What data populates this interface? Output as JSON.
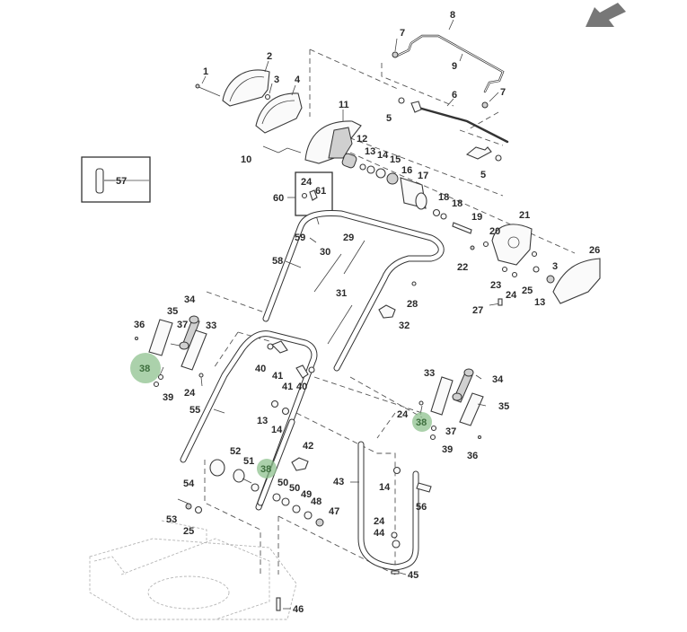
{
  "diagram": {
    "title": "Handle and drive control assembly exploded parts diagram",
    "direction_arrow": "front-direction-arrow",
    "highlight_color": "#8fc18f",
    "highlighted_part": "38",
    "labels": {
      "p1": "1",
      "p2": "2",
      "p3a": "3",
      "p3b": "3",
      "p4": "4",
      "p5a": "5",
      "p5b": "5",
      "p6": "6",
      "p7a": "7",
      "p7b": "7",
      "p8": "8",
      "p9": "9",
      "p10": "10",
      "p11": "11",
      "p12": "12",
      "p13a": "13",
      "p13b": "13",
      "p13c": "13",
      "p14a": "14",
      "p14b": "14",
      "p14c": "14",
      "p15": "15",
      "p16": "16",
      "p17": "17",
      "p18a": "18",
      "p18b": "18",
      "p19": "19",
      "p20": "20",
      "p21": "21",
      "p22": "22",
      "p23": "23",
      "p24a": "24",
      "p24b": "24",
      "p24c": "24",
      "p24d": "24",
      "p24e": "24",
      "p25a": "25",
      "p25b": "25",
      "p26": "26",
      "p27": "27",
      "p28": "28",
      "p29": "29",
      "p30": "30",
      "p31": "31",
      "p32": "32",
      "p33a": "33",
      "p33b": "33",
      "p34a": "34",
      "p34b": "34",
      "p35a": "35",
      "p35b": "35",
      "p36a": "36",
      "p36b": "36",
      "p37a": "37",
      "p37b": "37",
      "p38a": "38",
      "p38b": "38",
      "p38c": "38",
      "p39a": "39",
      "p39b": "39",
      "p40a": "40",
      "p40b": "40",
      "p41a": "41",
      "p41b": "41",
      "p42": "42",
      "p43": "43",
      "p44": "44",
      "p45": "45",
      "p46": "46",
      "p47": "47",
      "p48": "48",
      "p49": "49",
      "p50a": "50",
      "p50b": "50",
      "p51": "51",
      "p52": "52",
      "p53": "53",
      "p54": "54",
      "p55": "55",
      "p56": "56",
      "p57": "57",
      "p58": "58",
      "p59": "59",
      "p60": "60",
      "p61": "61"
    }
  }
}
